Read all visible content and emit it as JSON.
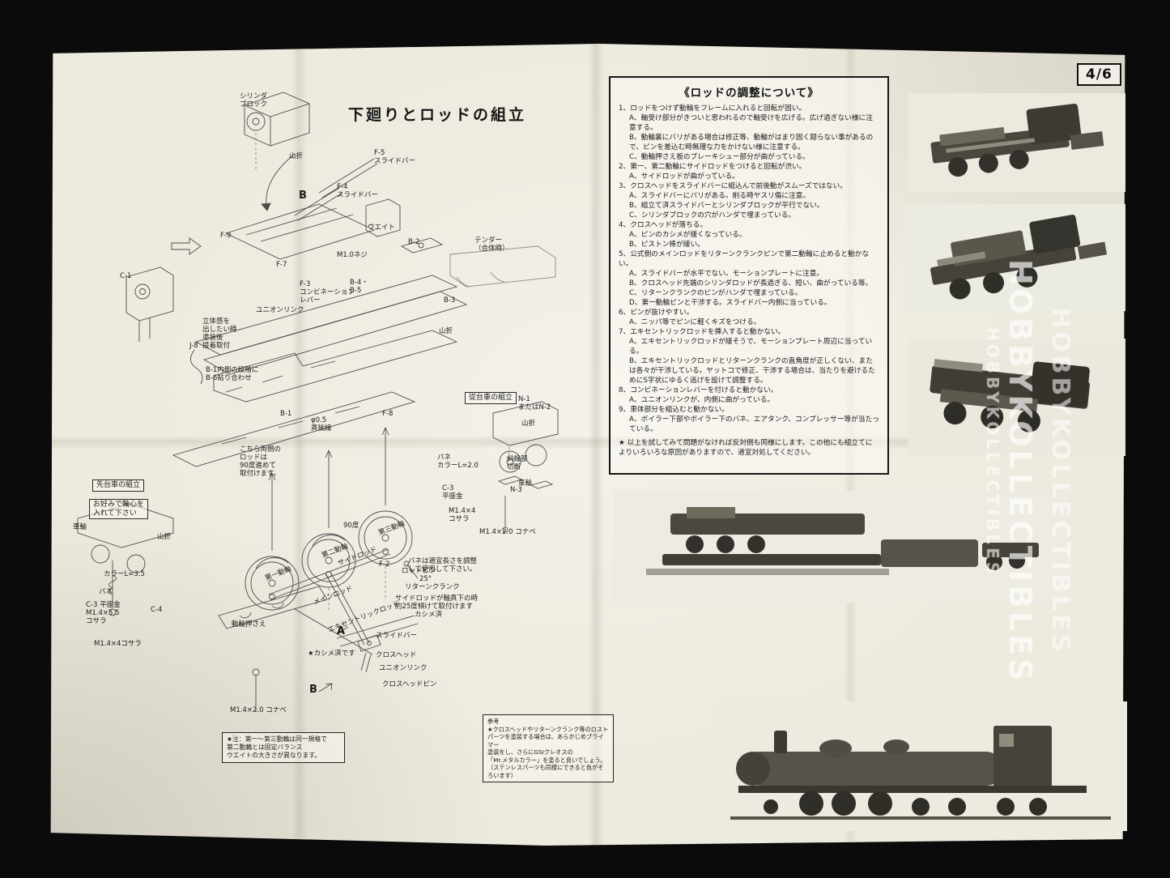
{
  "page_number": "4/6",
  "main_title": "下廻りとロッドの組立",
  "watermark": "HOBBYKOLLECTIBLES",
  "adjust_box": {
    "title": "《ロッドの調整について》",
    "lines": [
      {
        "t": "1、ロッドをつけず動輪をフレームに入れると回転が固い。",
        "lv": 0
      },
      {
        "t": "A、軸受け部分がきついと思われるので軸受けを広げる。広げ過ぎない様に注意する。",
        "lv": 1
      },
      {
        "t": "B、動輪裏にバリがある場合は修正等、動輪がはまり固く廻らない事があるので、ピンを差込む時無理な力をかけない様に注意する。",
        "lv": 1
      },
      {
        "t": "C、動輪押さえ板のブレーキシュー部分が曲がっている。",
        "lv": 1
      },
      {
        "t": "2、第一、第二動輪にサイドロッドをつけると回転が渋い。",
        "lv": 0
      },
      {
        "t": "A、サイドロッドが曲がっている。",
        "lv": 1
      },
      {
        "t": "3、クロスヘッドをスライドバーに組込んで前後動がスムーズではない。",
        "lv": 0
      },
      {
        "t": "A、スライドバーにバリがある。削る時ヤスリ傷に注意。",
        "lv": 1
      },
      {
        "t": "B、組立て済スライドバーとシリンダブロックが平行でない。",
        "lv": 1
      },
      {
        "t": "C、シリンダブロックの穴がハンダで埋まっている。",
        "lv": 1
      },
      {
        "t": "4、クロスヘッドが落ちる。",
        "lv": 0
      },
      {
        "t": "A、ピンのカシメが緩くなっている。",
        "lv": 1
      },
      {
        "t": "B、ピストン棒が緩い。",
        "lv": 1
      },
      {
        "t": "5、公式側のメインロッドをリターンクランクピンで第二動輪に止めると動かない。",
        "lv": 0
      },
      {
        "t": "A、スライドバーが水平でない。モーションプレートに注意。",
        "lv": 1
      },
      {
        "t": "B、クロスヘッド先端のシリンダロッドが長過ぎる、短い、曲がっている等。",
        "lv": 1
      },
      {
        "t": "C、リターンクランクのピンがハンダで埋まっている。",
        "lv": 1
      },
      {
        "t": "D、第一動輪ピンと干渉する。スライドバー内側に当っている。",
        "lv": 1
      },
      {
        "t": "6、ピンが抜けやすい。",
        "lv": 0
      },
      {
        "t": "A、ニッパ等でピンに軽くキズをつける。",
        "lv": 1
      },
      {
        "t": "7、エキセントリックロッドを挿入すると動かない。",
        "lv": 0
      },
      {
        "t": "A、エキセントリックロッドが緩そうで、モーションプレート周辺に当っている。",
        "lv": 1
      },
      {
        "t": "B、エキセントリックロッドとリターンクランクの直角度が正しくない、または各々が干渉している。ヤットコで修正、干渉する場合は、当たりを避けるためにS字状にゆるく逃げを設けて調整する。",
        "lv": 1
      },
      {
        "t": "8、コンビネーションレバーを付けると動かない。",
        "lv": 0
      },
      {
        "t": "A、ユニオンリンクが、内側に曲がっている。",
        "lv": 1
      },
      {
        "t": "9、車体部分を組込むと動かない。",
        "lv": 0
      },
      {
        "t": "A、ボイラー下部やボイラー下のバネ、エアタンク、コンプレッサー等が当たっている。",
        "lv": 1
      },
      {
        "t": "★ 以上を試してみて問題がなければ反対側も同様にします。この他にも組立てによりいろいろな原因がありますので、適宜対処してください。",
        "lv": 0,
        "cls": "note"
      }
    ]
  },
  "diagram": {
    "labels": [
      "シリンダ\nブロック",
      "山折",
      "F-5\nスライドバー",
      "F-4\nスライドバー",
      "B",
      "F-9",
      "ウエイト",
      "M1.0ネジ",
      "B-2",
      "テンダー\n（合体時）",
      "F-7",
      "F-3\nコンビネーション\nレバー",
      "B-4・\nB-5",
      "B-3",
      "ユニオンリンク",
      "C-1",
      "立体感を\n出したい時\n塗装後\n接着取付",
      "J-8",
      "山折",
      "B-1内側の段階に\nB-6貼り合わせ",
      "B-1",
      "φ0.5\n真鍮線",
      "F-8",
      "従台車の組立",
      "N-1\nまたはN-2",
      "山折",
      "斜線部\n切断",
      "車輪",
      "バネ\nカラーL=2.0",
      "C-3\n平座金",
      "N-3",
      "M1.4×4\nコサラ",
      "M1.4×2.0 コナベ",
      "バネは適宜長さを調整\nして使用して下さい。",
      "こちら両側の\nロッドは\n90度進めて\n取付けます。",
      "先台車の組立",
      "お好みで輪心を\n入れて下さい",
      "車輪",
      "山折",
      "カラーL=3.5",
      "バネ",
      "C-3 平座金\nM1.4×5.5\nコサラ",
      "C-4",
      "M1.4×4コサラ",
      "第三動輪",
      "第二動輪",
      "第一動輪",
      "サイドロッド",
      "F-2",
      "ロッドピン",
      "25°",
      "リターンクランク",
      "メインロッド",
      "サイドロッドが軸真下の時\n約25度傾けて取付けます",
      "カシメ済",
      "エキセントリックロッド",
      "スライドバー",
      "動輪押さえ",
      "★カシメ済です",
      "クロスヘッド",
      "ユニオンリンク",
      "クロスヘッドピン",
      "B",
      "M1.4×2.0 コナベ",
      "A",
      "90度"
    ]
  },
  "note_caution": "★注：第一〜第三動輪は同一規格で\n第二動輪とは固定バランス\nウエイトの大きさが異なります。",
  "note_reference": "参考\n★クロスヘッドやリターンクランク等のロスト\nパーツを塗装する場合は、あらかじめプライマー\n塗装をし、さらにGSIクレオスの\n「Mr.メタルカラー」を塗ると良いでしょう。\n（ステンレスパーツも同様にできると色がそろいます）"
}
